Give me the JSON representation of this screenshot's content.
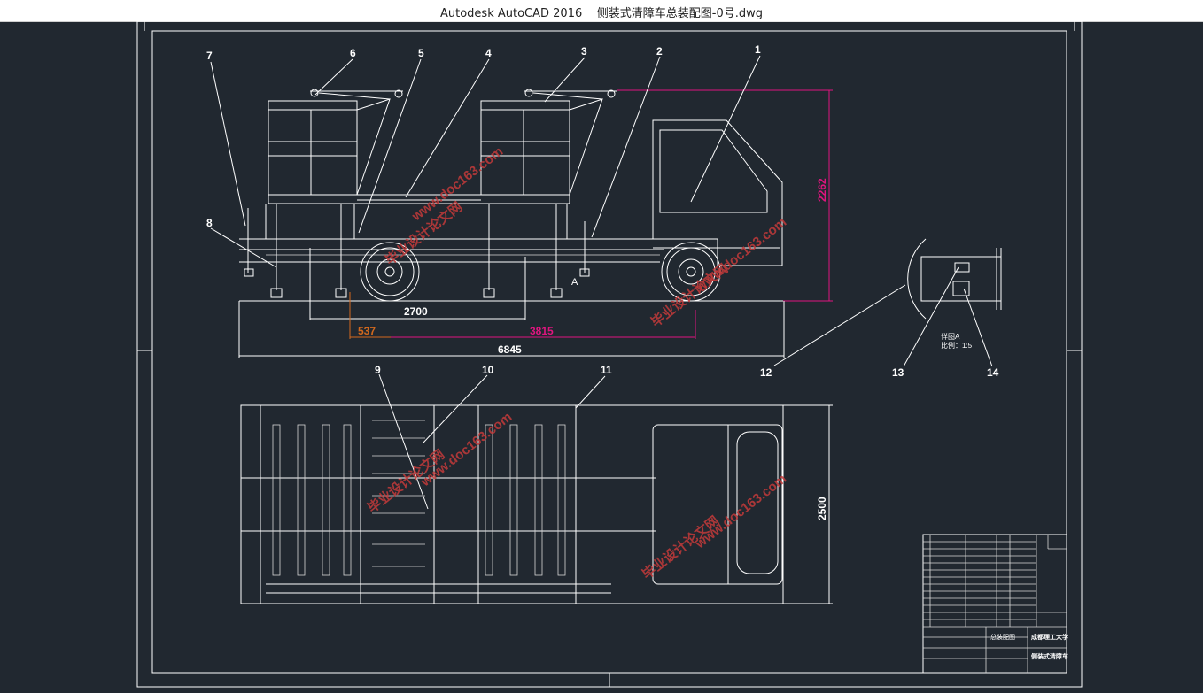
{
  "window": {
    "title": "Autodesk AutoCAD 2016",
    "document": "侧装式清障车总装配图-0号.dwg"
  },
  "colors": {
    "background": "#212830",
    "lines": "#ffffff",
    "dimension_magenta": "#e0157f",
    "dimension_orange": "#d2691e",
    "watermark": "#c23a3a"
  },
  "drawing": {
    "callouts": [
      "1",
      "2",
      "3",
      "4",
      "5",
      "6",
      "7",
      "8",
      "9",
      "10",
      "11",
      "12",
      "13",
      "14"
    ],
    "dimensions": {
      "wheelbase": "2700",
      "front_overhang": "537",
      "rear_span": "3815",
      "total_length": "6845",
      "height": "2262",
      "width": "2500"
    },
    "detail": {
      "label": "详图A",
      "scale": "比例：1:5",
      "marker": "A"
    },
    "watermark": {
      "site": "www.doc163.com",
      "name": "毕业设计论文网"
    },
    "title_block": {
      "school": "成都理工大学",
      "drawing_name": "侧装式清障车",
      "assembly": "总装配图"
    }
  }
}
